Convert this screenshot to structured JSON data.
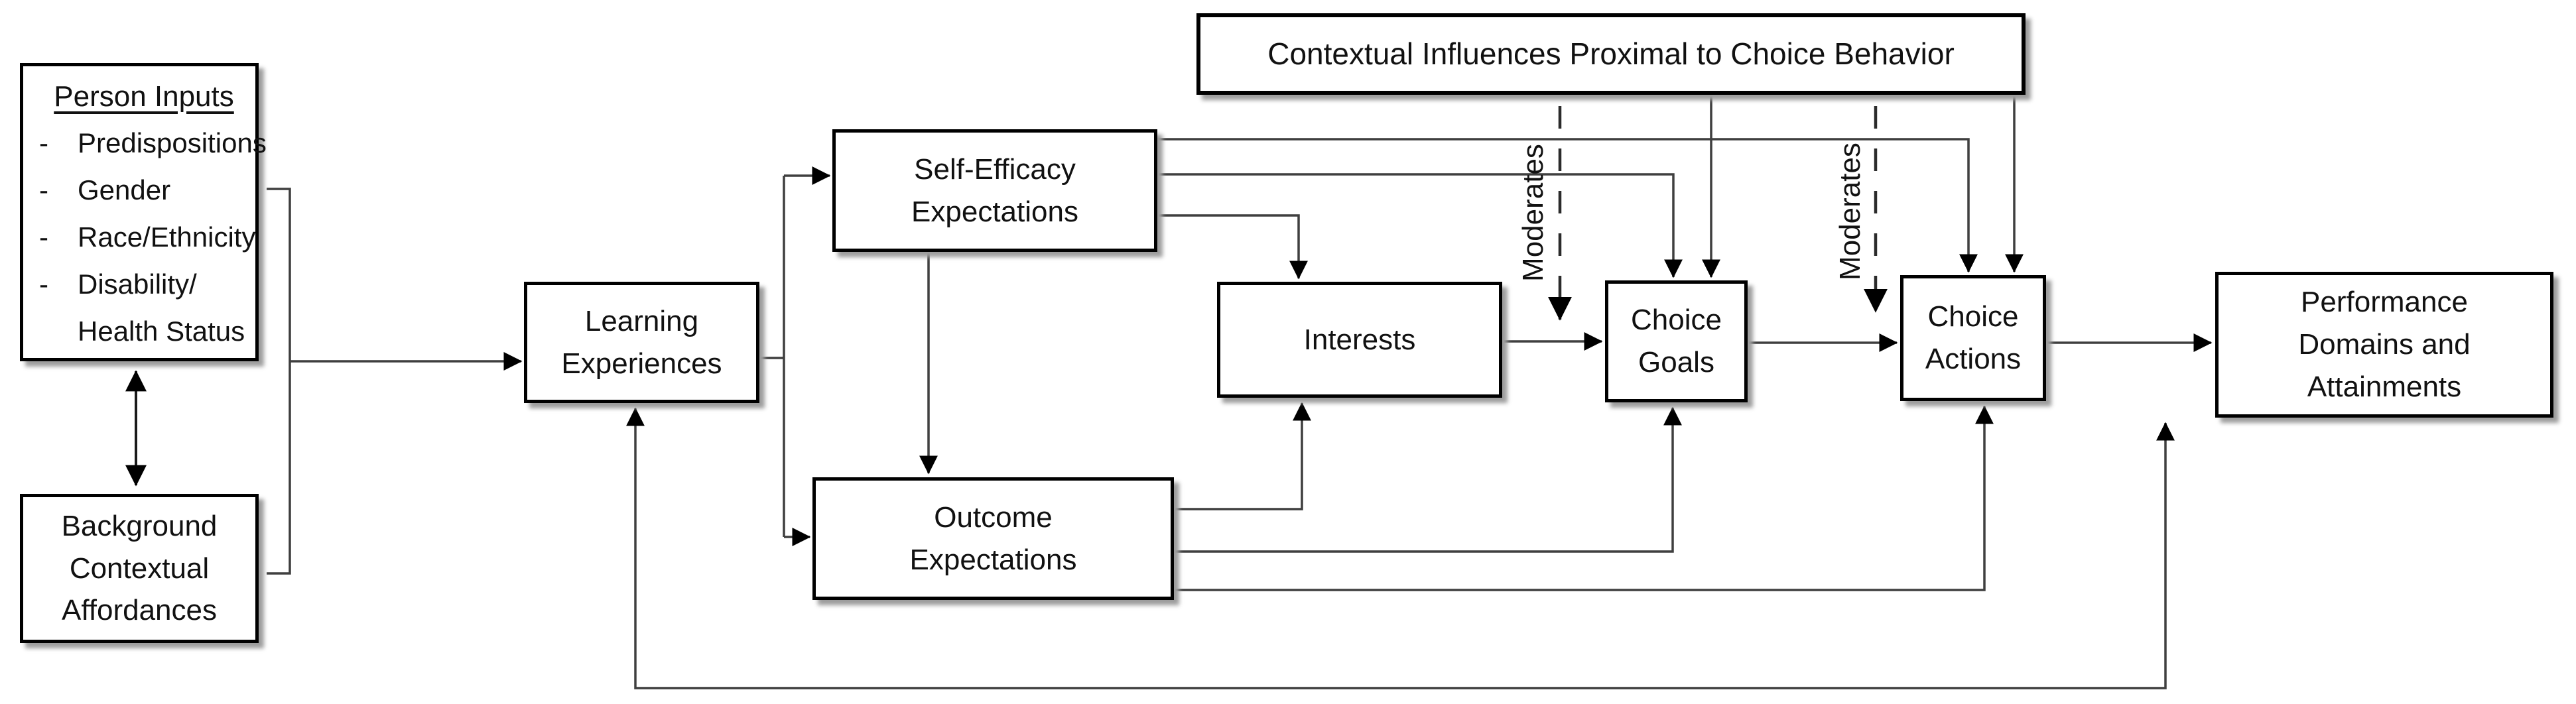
{
  "boxes": {
    "person_inputs": {
      "title": "Person Inputs",
      "items": [
        {
          "bullet": "-",
          "text": "Predispositions"
        },
        {
          "bullet": "-",
          "text": "Gender"
        },
        {
          "bullet": "-",
          "text": "Race/Ethnicity"
        },
        {
          "bullet": "-",
          "text": "Disability/"
        },
        {
          "bullet": "",
          "text": "Health Status"
        }
      ]
    },
    "background_contextual": {
      "label": "Background\nContextual\nAffordances"
    },
    "learning": {
      "label": "Learning\nExperiences"
    },
    "self_efficacy": {
      "label": "Self-Efficacy\nExpectations"
    },
    "outcome": {
      "label": "Outcome\nExpectations"
    },
    "interests": {
      "label": "Interests"
    },
    "choice_goals": {
      "label": "Choice\nGoals"
    },
    "choice_actions": {
      "label": "Choice\nActions"
    },
    "performance": {
      "label": "Performance\nDomains and\nAttainments"
    },
    "contextual_influences": {
      "label": "Contextual Influences Proximal to Choice Behavior"
    }
  },
  "annotations": {
    "moderates_left": "Moderates",
    "moderates_right": "Moderates"
  },
  "colors": {
    "background": "#ffffff",
    "box_fill": "#ffffff",
    "box_border": "#000000",
    "line": "#3f3f3f",
    "arrow": "#000000",
    "shadow": "#9e9e9e",
    "text": "#111111"
  }
}
